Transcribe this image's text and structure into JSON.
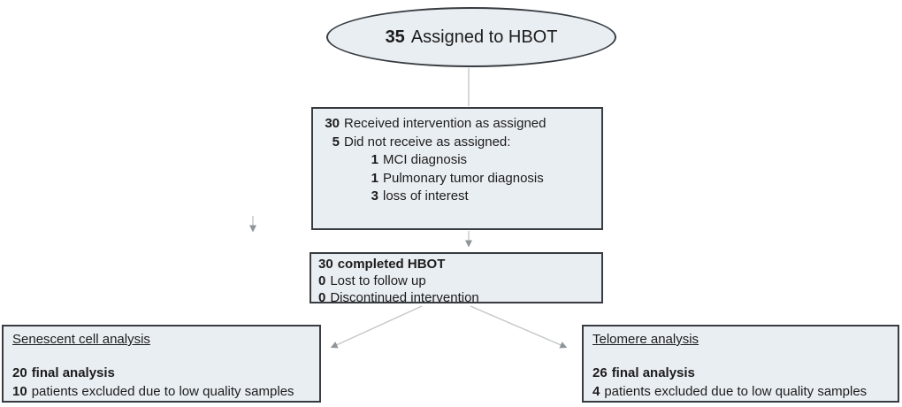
{
  "colors": {
    "box_fill": "#e9eef3",
    "box_border": "#383c40",
    "connector": "#c3c7c9",
    "arrowhead": "#8f9598",
    "text": "#1c1c1c"
  },
  "ellipse": {
    "num": "35",
    "text": "Assigned to HBOT"
  },
  "box_received": {
    "lines": [
      {
        "num": "30",
        "text": "Received intervention as assigned"
      },
      {
        "num": "5",
        "text": "Did not receive as assigned:"
      },
      {
        "num": "1",
        "text": "MCI diagnosis"
      },
      {
        "num": "1",
        "text": "Pulmonary tumor diagnosis"
      },
      {
        "num": "3",
        "text": "loss of interest"
      }
    ]
  },
  "box_completed": {
    "lines": [
      {
        "num": "30",
        "text": "completed HBOT"
      },
      {
        "num": "0",
        "text": "Lost to follow up"
      },
      {
        "num": "0",
        "text": "Discontinued intervention"
      }
    ]
  },
  "box_senescent": {
    "title": "Senescent cell analysis",
    "lines": [
      {
        "num": "20",
        "text": "final analysis"
      },
      {
        "num": "10",
        "text": "patients excluded due to low quality samples"
      }
    ]
  },
  "box_telomere": {
    "title": "Telomere analysis",
    "lines": [
      {
        "num": "26",
        "text": "final analysis"
      },
      {
        "num": "4",
        "text": "patients excluded due to low quality samples"
      }
    ]
  }
}
